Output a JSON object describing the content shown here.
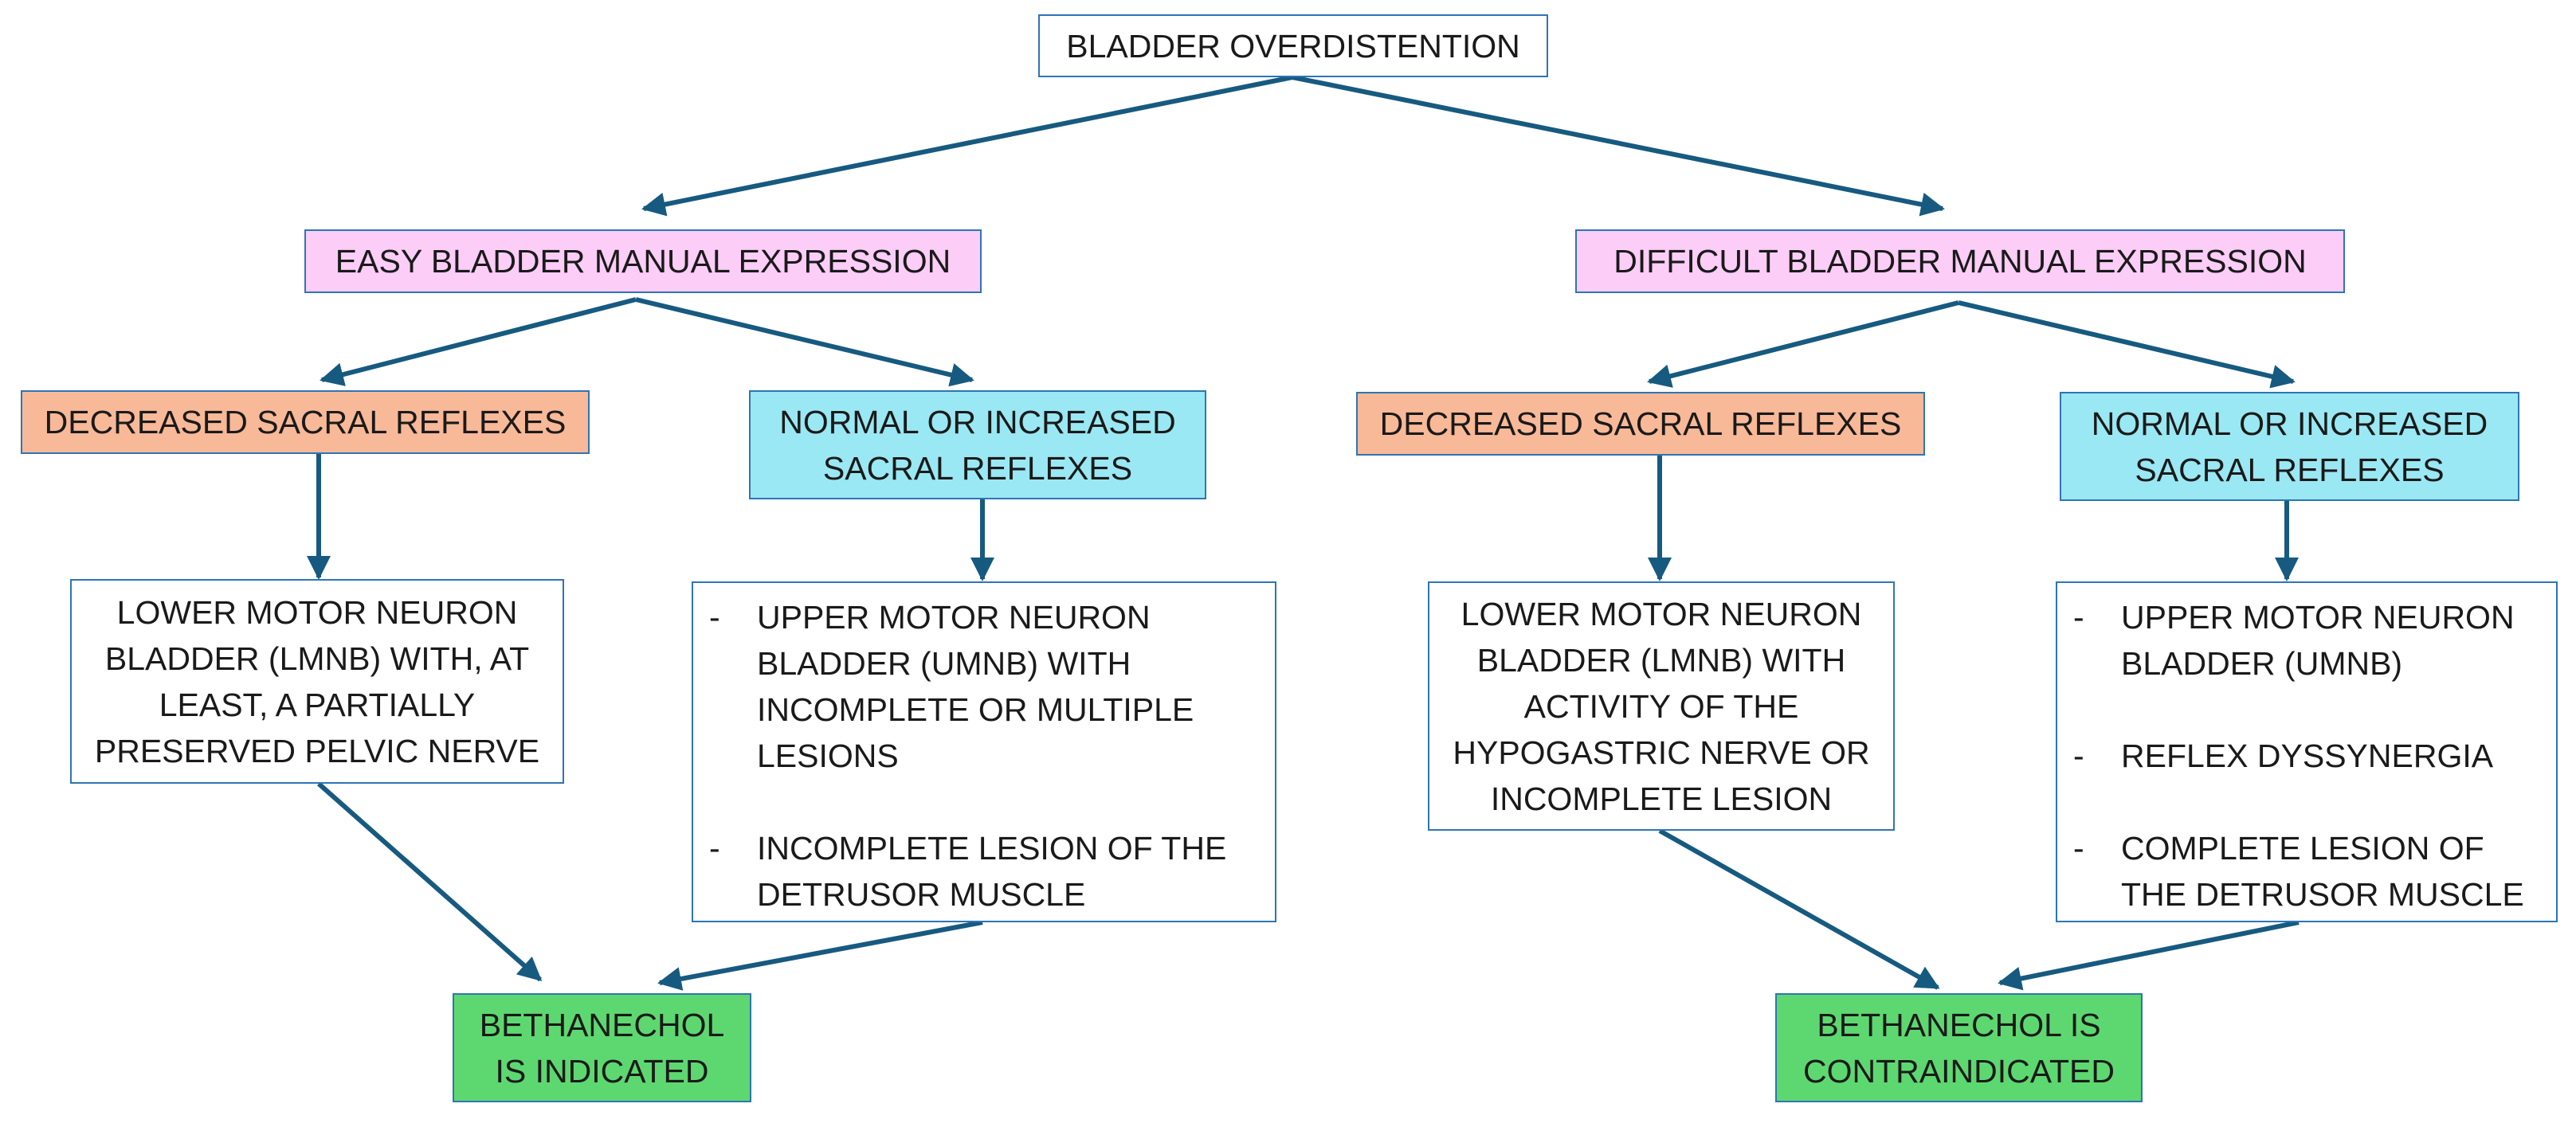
{
  "root": {
    "label": "BLADDER OVERDISTENTION"
  },
  "easy": {
    "label": "EASY BLADDER MANUAL EXPRESSION",
    "decreased": {
      "label": "DECREASED SACRAL REFLEXES"
    },
    "normal": {
      "label_line1": "NORMAL OR INCREASED",
      "label_line2": "SACRAL REFLEXES"
    },
    "lmnb": {
      "text": "LOWER MOTOR NEURON BLADDER (LMNB) WITH, AT LEAST, A PARTIALLY PRESERVED PELVIC NERVE"
    },
    "umnb": {
      "bullet": "-",
      "items": [
        "UPPER MOTOR NEURON BLADDER (UMNB) WITH INCOMPLETE OR MULTIPLE LESIONS",
        "INCOMPLETE LESION OF THE DETRUSOR MUSCLE"
      ]
    },
    "result": {
      "label_line1": "BETHANECHOL",
      "label_line2": "IS INDICATED"
    }
  },
  "difficult": {
    "label": "DIFFICULT BLADDER MANUAL EXPRESSION",
    "decreased": {
      "label": "DECREASED SACRAL REFLEXES"
    },
    "normal": {
      "label_line1": "NORMAL OR INCREASED",
      "label_line2": "SACRAL REFLEXES"
    },
    "lmnb": {
      "text": "LOWER MOTOR NEURON BLADDER (LMNB) WITH ACTIVITY OF THE HYPOGASTRIC NERVE OR INCOMPLETE LESION"
    },
    "umnb": {
      "bullet": "-",
      "items": [
        "UPPER MOTOR NEURON BLADDER (UMNB)",
        "REFLEX DYSSYNERGIA",
        "COMPLETE LESION OF THE DETRUSOR MUSCLE"
      ]
    },
    "result": {
      "label_line1": "BETHANECHOL IS",
      "label_line2": "CONTRAINDICATED"
    }
  },
  "colors": {
    "arrow": "#175a80",
    "border": "#2e75b6",
    "pink": "#fbcdf7",
    "orange": "#f8b998",
    "cyan": "#9ae8f3",
    "green": "#5dd870"
  }
}
